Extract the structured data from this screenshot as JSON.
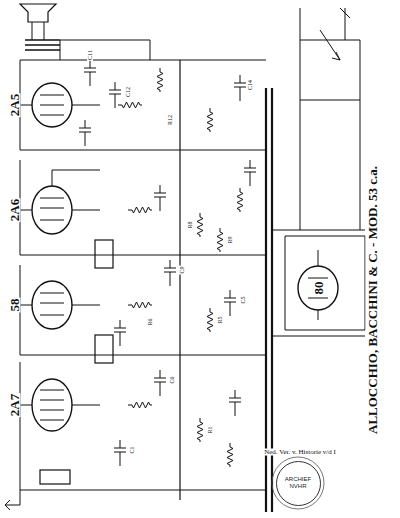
{
  "diagram": {
    "nodes": [
      {
        "text": [
          "ARCHIEF",
          "NVHR"
        ]
      }
    ],
    "labels": [
      "ALLOCCHIO, BACCHINI & C. - MOD. 53 c.a.",
      "2A5",
      "2A6",
      "58",
      "2A7",
      "80",
      "Ned. Ver. v. Historie v/d I",
      "C11",
      "C12",
      "R12",
      "C14",
      "R8",
      "R9",
      "C9",
      "R5",
      "C5",
      "R1",
      "C1",
      "C6",
      "R6"
    ]
  }
}
